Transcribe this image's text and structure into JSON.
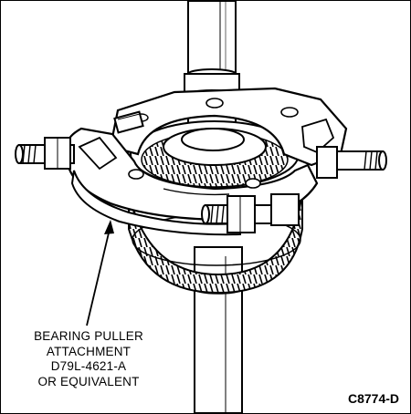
{
  "callout": {
    "line1": "BEARING PULLER",
    "line2": "ATTACHMENT",
    "line3": "D79L-4621-A",
    "line4": "OR EQUIVALENT"
  },
  "figure_code": "C8774-D"
}
